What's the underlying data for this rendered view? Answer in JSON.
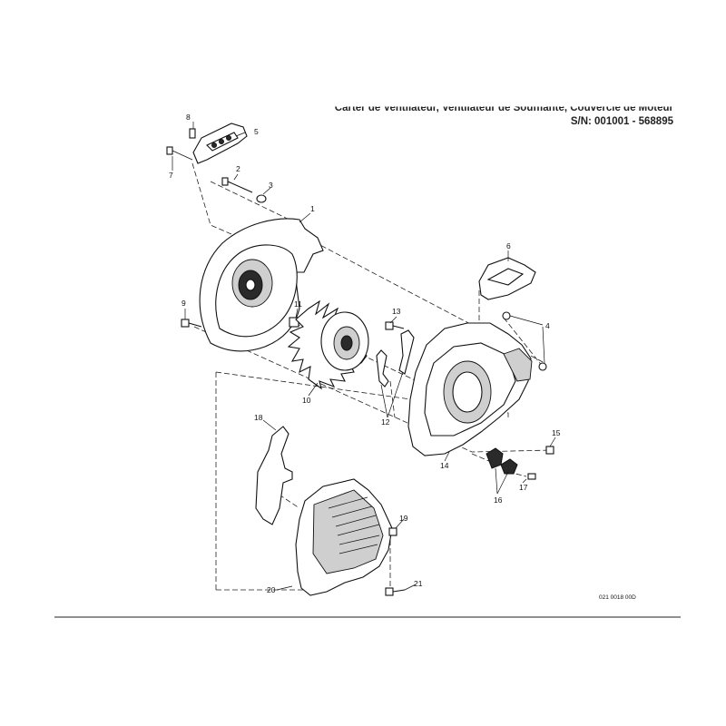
{
  "header": {
    "title_line1": "Carter de Ventilateur, Ventilateur de Soufflante, Couvercle de Moteur",
    "title_line2": "S/N: 001001 - 568895"
  },
  "callouts": [
    "1",
    "2",
    "3",
    "4",
    "5",
    "6",
    "7",
    "8",
    "9",
    "10",
    "11",
    "12",
    "13",
    "14",
    "15",
    "16",
    "17",
    "18",
    "19",
    "20",
    "21"
  ],
  "drawing_number": "021 0018 00D"
}
